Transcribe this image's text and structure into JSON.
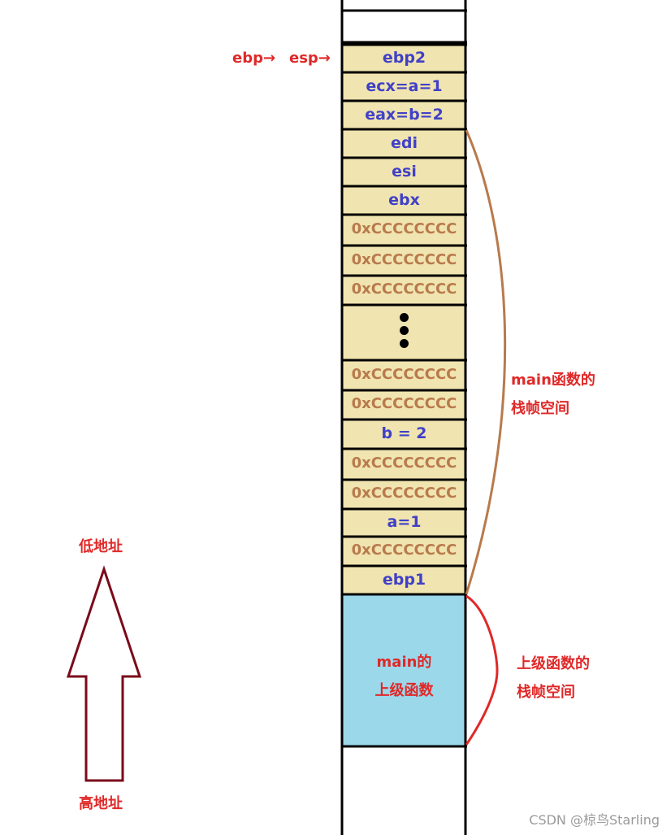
{
  "stack": {
    "cells": [
      {
        "text": "ebp2",
        "kind": "reg"
      },
      {
        "text": "ecx=a=1",
        "kind": "reg"
      },
      {
        "text": "eax=b=2",
        "kind": "reg"
      },
      {
        "text": "edi",
        "kind": "reg"
      },
      {
        "text": "esi",
        "kind": "reg"
      },
      {
        "text": "ebx",
        "kind": "reg"
      },
      {
        "text": "0xCCCCCCCC",
        "kind": "fill"
      },
      {
        "text": "0xCCCCCCCC",
        "kind": "fill"
      },
      {
        "text": "0xCCCCCCCC",
        "kind": "fill"
      },
      {
        "text": "",
        "kind": "dots"
      },
      {
        "text": "0xCCCCCCCC",
        "kind": "fill"
      },
      {
        "text": "0xCCCCCCCC",
        "kind": "fill"
      },
      {
        "text": "b = 2",
        "kind": "reg"
      },
      {
        "text": "0xCCCCCCCC",
        "kind": "fill"
      },
      {
        "text": "0xCCCCCCCC",
        "kind": "fill"
      },
      {
        "text": "a=1",
        "kind": "reg"
      },
      {
        "text": "0xCCCCCCCC",
        "kind": "fill"
      },
      {
        "text": "ebp1",
        "kind": "reg"
      }
    ],
    "caller_block": {
      "line1": "main的",
      "line2": "上级函数"
    }
  },
  "pointers": {
    "ebp": "ebp→",
    "esp": "esp→"
  },
  "labels": {
    "main_frame_line1": "main函数的",
    "main_frame_line2": "栈帧空间",
    "caller_frame_line1": "上级函数的",
    "caller_frame_line2": "栈帧空间",
    "low_address": "低地址",
    "high_address": "高地址"
  },
  "colors": {
    "cell_fill": "#f0e4b0",
    "caller_fill": "#9ad8ea",
    "register_text": "#4040c8",
    "filler_text": "#b87a4c",
    "label_red": "#e02828",
    "brace_brown": "#b87a4c",
    "arrow_dark_red": "#7a0a1a"
  },
  "watermark": "CSDN @椋鸟Starling"
}
